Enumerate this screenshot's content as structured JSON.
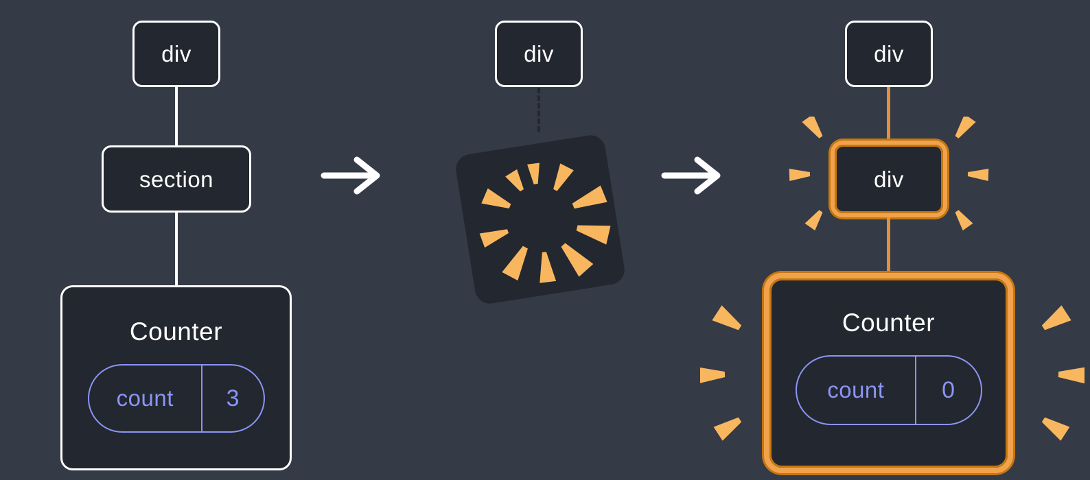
{
  "diagram": {
    "before": {
      "root_label": "div",
      "child_label": "section",
      "component_name": "Counter",
      "state_key": "count",
      "state_value": "3"
    },
    "transition": {
      "root_label": "div"
    },
    "after": {
      "root_label": "div",
      "child_label": "div",
      "component_name": "Counter",
      "state_key": "count",
      "state_value": "0"
    }
  },
  "icons": {
    "arrow_right": "→",
    "poof": "poof-burst",
    "sparkle": "sparkle-rays"
  },
  "colors": {
    "background": "#343a46",
    "node_fill": "#23272f",
    "node_border": "#ffffff",
    "text": "#ffffff",
    "state_accent": "#8b95f6",
    "highlight_orange": "#f2a24c",
    "highlight_orange_dark": "#c4770f",
    "connector_orange": "#e0913a",
    "spark_orange": "#f8b75f"
  }
}
